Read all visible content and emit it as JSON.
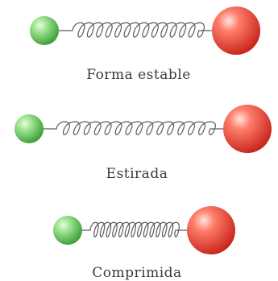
{
  "colors": {
    "small_ball": "#6fcf6a",
    "large_ball": "#ef4b43",
    "spring": "#5a5a5a",
    "caption": "#3a3a3a"
  },
  "states": [
    {
      "label": "Forma estable",
      "coils": 14
    },
    {
      "label": "Estirada",
      "coils": 15
    },
    {
      "label": "Comprimida",
      "coils": 14
    }
  ]
}
